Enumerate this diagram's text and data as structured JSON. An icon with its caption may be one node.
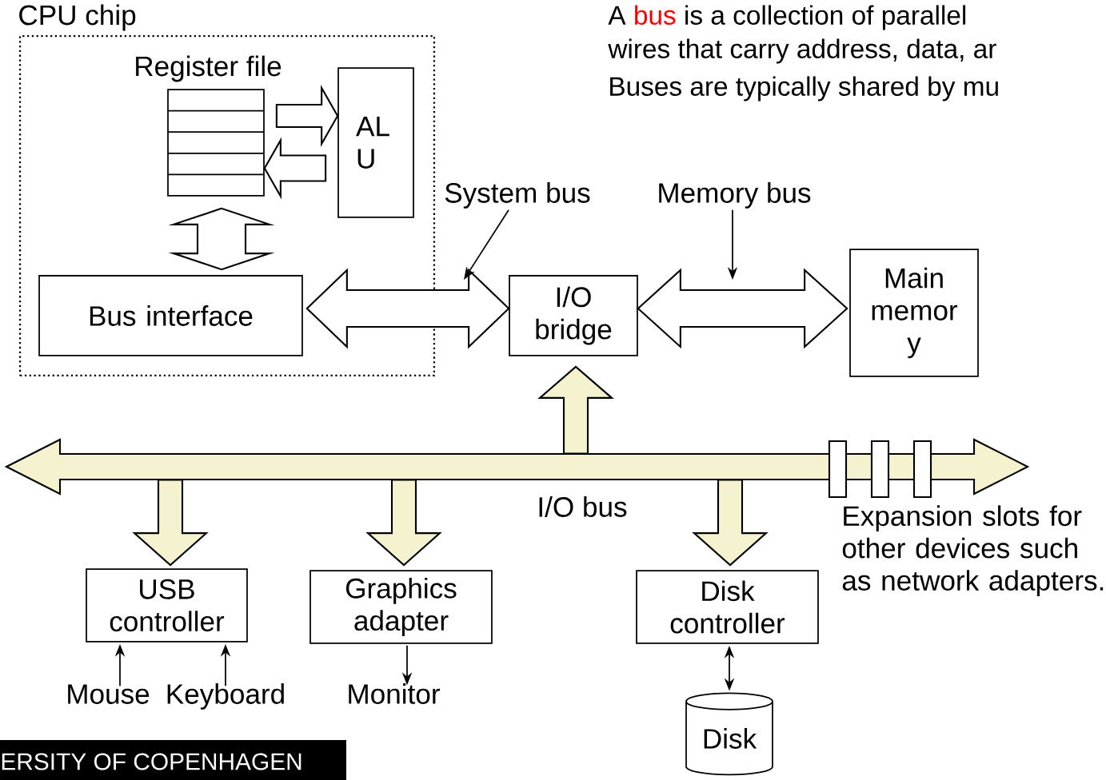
{
  "diagram": {
    "nodes": [
      {
        "text": [
          "CPU chip"
        ]
      },
      {
        "text": [
          "Register file"
        ],
        "in": 0
      },
      {
        "text": [
          "AL U"
        ],
        "in": 0
      },
      {
        "text": [
          "Bus interface"
        ],
        "in": 0
      },
      {
        "text": [
          "System bus"
        ]
      },
      {
        "text": [
          "Memory bus"
        ]
      },
      {
        "text": [
          "I/O bridge"
        ]
      },
      {
        "text": [
          "Main memor y"
        ]
      },
      {
        "text": [
          "I/O bus"
        ]
      },
      {
        "text": [
          "USB controller"
        ]
      },
      {
        "text": [
          "Graphics adapter"
        ]
      },
      {
        "text": [
          "Disk controller"
        ]
      },
      {
        "text": [
          "Mouse"
        ]
      },
      {
        "text": [
          "Keyboard"
        ]
      },
      {
        "text": [
          "Monitor"
        ]
      },
      {
        "text": [
          "Disk"
        ]
      }
    ],
    "edges": [
      {
        "from": 1,
        "to": 2,
        "arrow": "to",
        "style": "thick"
      },
      {
        "from": 2,
        "to": 1,
        "arrow": "to",
        "style": "thick"
      },
      {
        "from": 1,
        "to": 3,
        "arrow": "both",
        "style": "thick"
      },
      {
        "from": 3,
        "to": 6,
        "arrow": "both",
        "style": "thick"
      },
      {
        "from": 6,
        "to": 7,
        "arrow": "both",
        "style": "thick"
      },
      {
        "from": 8,
        "to": 6,
        "arrow": "to",
        "style": "thick"
      },
      {
        "from": 8,
        "to": 9,
        "arrow": "to",
        "style": "thick"
      },
      {
        "from": 8,
        "to": 10,
        "arrow": "to",
        "style": "thick"
      },
      {
        "from": 8,
        "to": 11,
        "arrow": "to",
        "style": "thick"
      },
      {
        "from": 12,
        "to": 9,
        "arrow": "to"
      },
      {
        "from": 13,
        "to": 9,
        "arrow": "to"
      },
      {
        "from": 10,
        "to": 14,
        "arrow": "to"
      },
      {
        "from": 11,
        "to": 15,
        "arrow": "both"
      },
      {
        "from": 4,
        "to": null,
        "arrow": "to"
      },
      {
        "from": 5,
        "to": null,
        "arrow": "to"
      }
    ],
    "labels": [
      "A",
      "bus",
      "is a collection of parallel",
      "wires that carry address, data, ar",
      "Buses are typically shared by mu",
      "Expansion slots for other devices such as network adapters.",
      "ERSITY OF COPENHAGEN"
    ]
  }
}
